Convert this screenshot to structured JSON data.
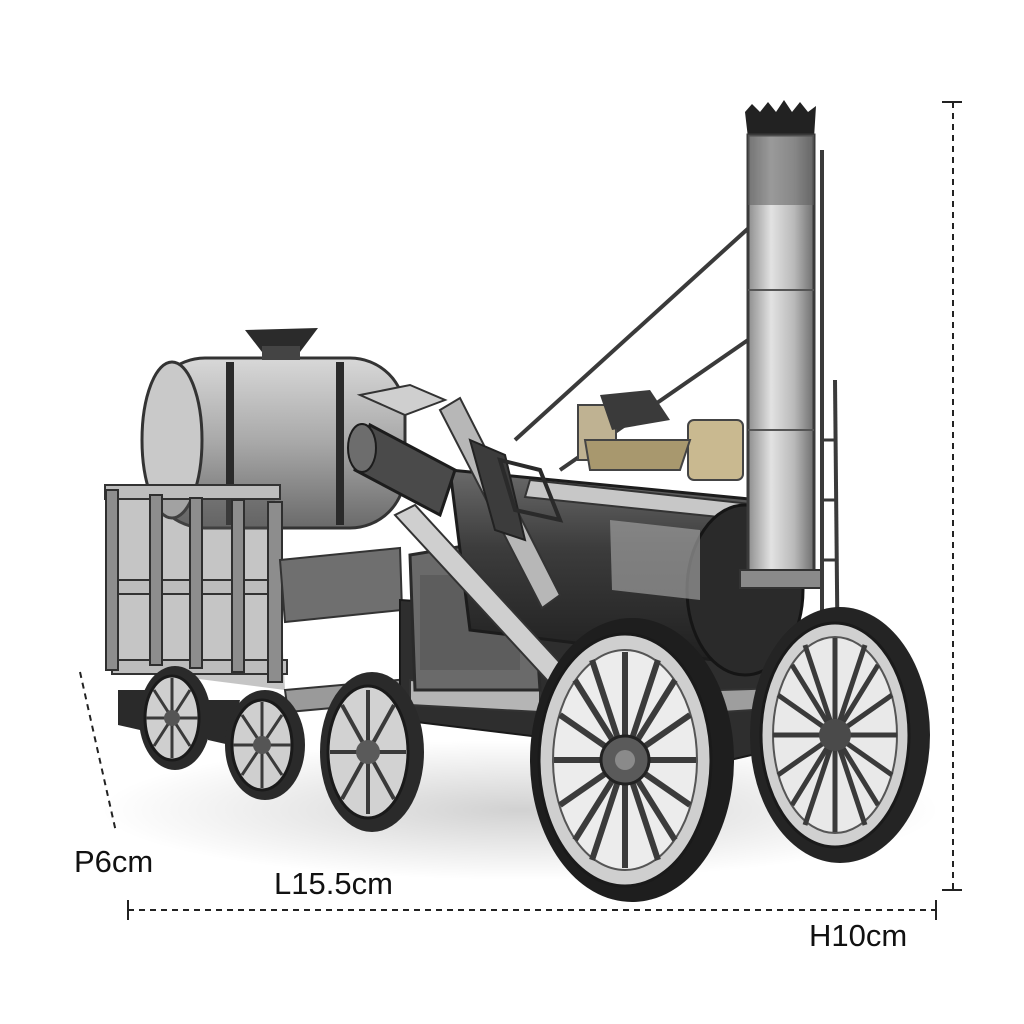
{
  "dimensions": {
    "depth": "P6cm",
    "length": "L15.5cm",
    "height": "H10cm"
  },
  "colors": {
    "background": "#ffffff",
    "metal_light": "#d6d6d6",
    "metal_mid": "#9a9a9a",
    "metal_dark": "#3a3a3a",
    "metal_black": "#1e1e1e",
    "brass": "#b8a47a",
    "dimension_line": "#222222"
  }
}
